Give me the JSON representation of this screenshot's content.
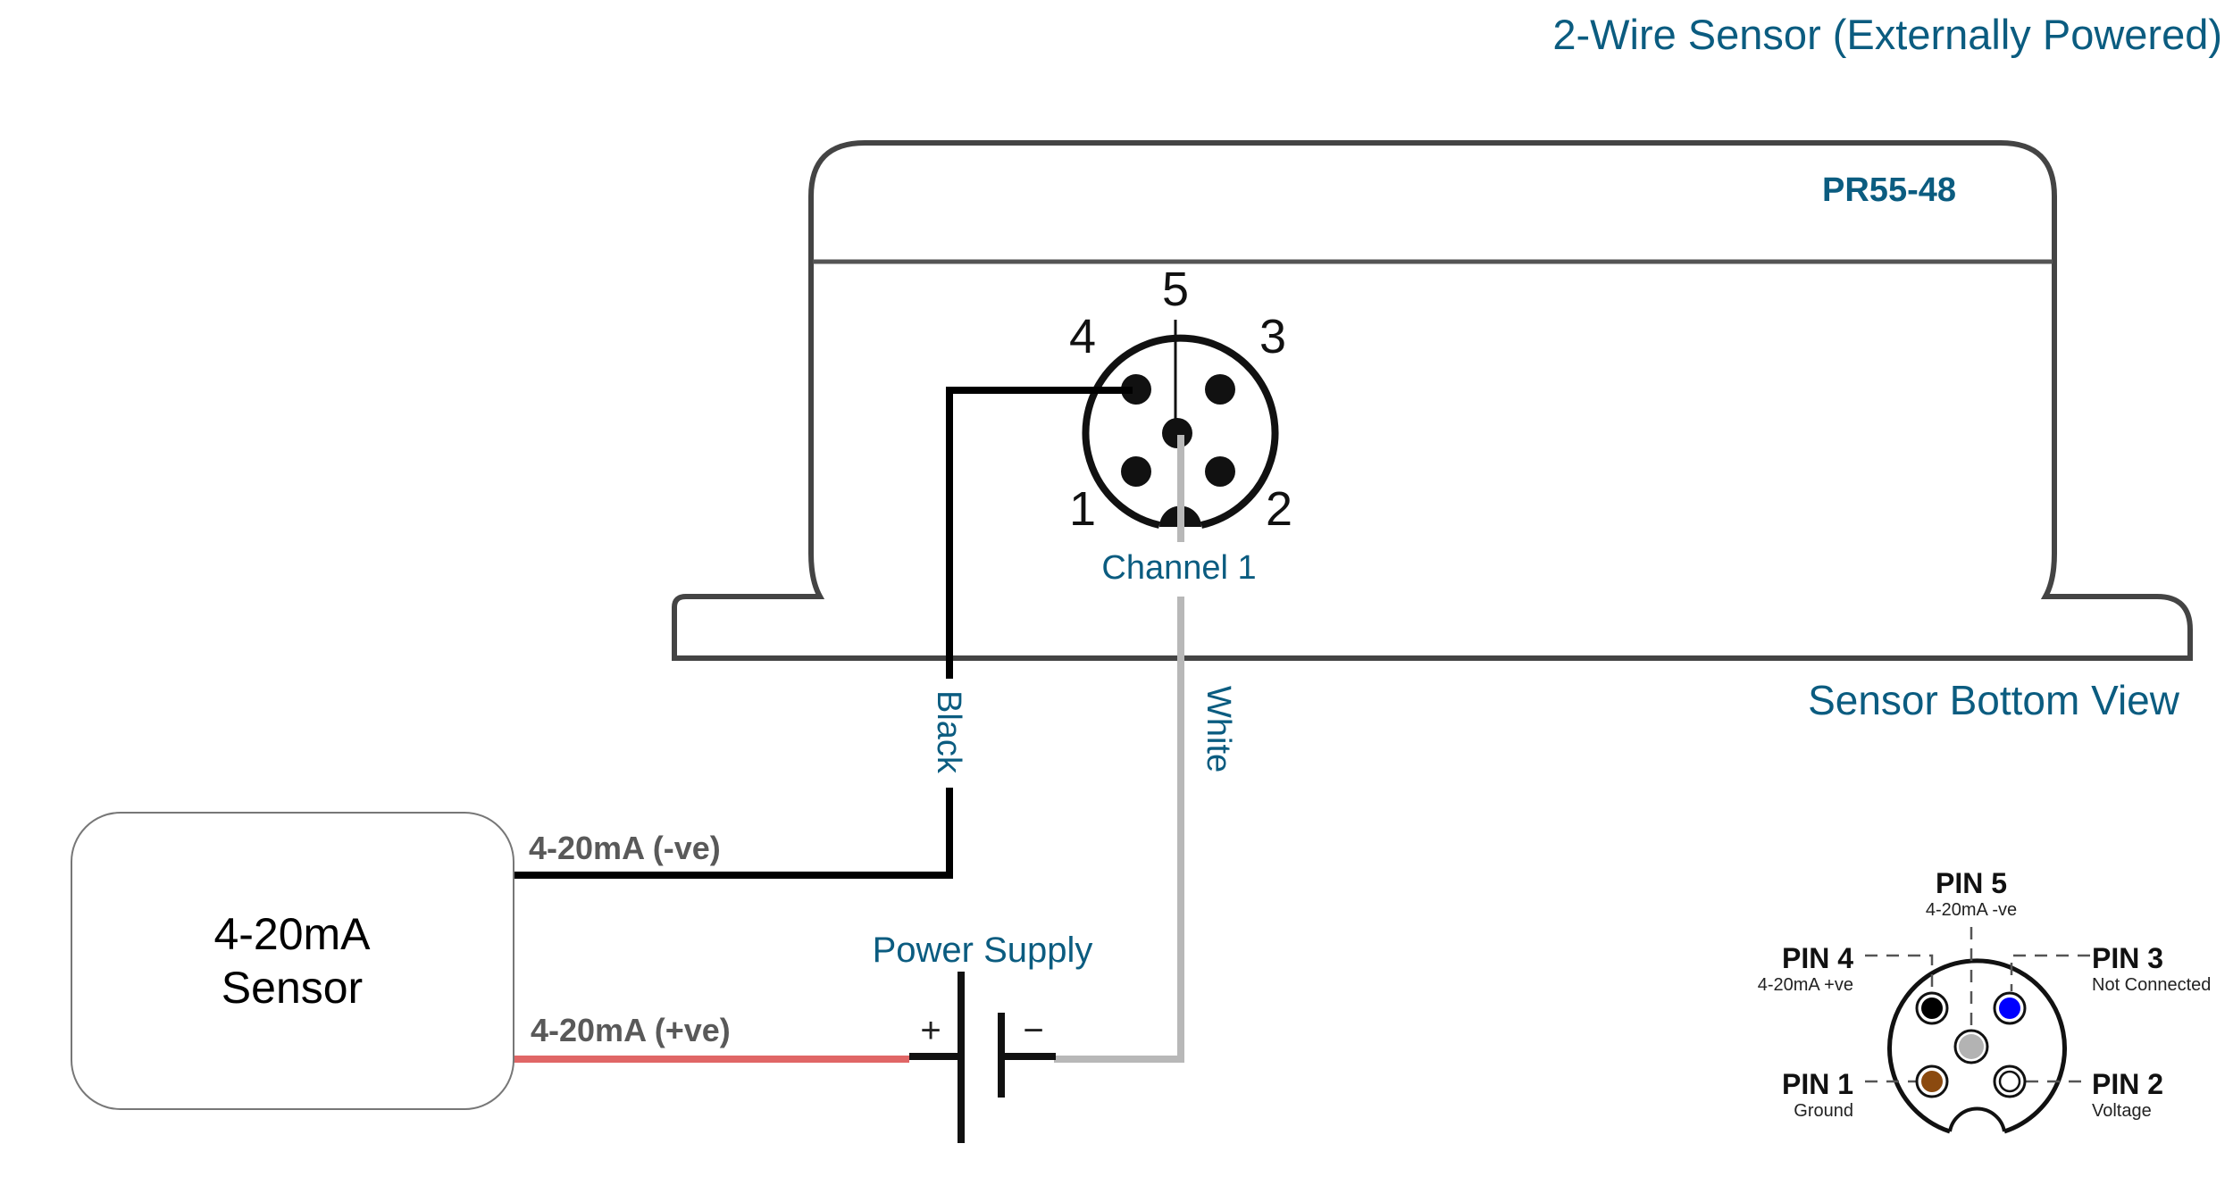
{
  "title": "2-Wire Sensor (Externally Powered)",
  "device": {
    "model": "PR55-48",
    "view_label": "Sensor Bottom View",
    "connector": {
      "channel_label": "Channel 1",
      "pin_numbers": [
        "5",
        "4",
        "3",
        "1",
        "2"
      ]
    }
  },
  "wires": {
    "black_label": "Black",
    "white_label": "White",
    "colors": {
      "black": "#000000",
      "white": "#b8b8b8",
      "red": "#e06666"
    }
  },
  "sensor": {
    "line1": "4-20mA",
    "line2": "Sensor",
    "lead_negative": "4-20mA (-ve)",
    "lead_positive": "4-20mA (+ve)"
  },
  "power_supply": {
    "label": "Power Supply",
    "plus": "+",
    "minus": "−"
  },
  "pin_legend": {
    "pins": [
      {
        "name": "PIN 5",
        "desc": "4-20mA -ve",
        "color": "#b3b3b3"
      },
      {
        "name": "PIN 4",
        "desc": "4-20mA +ve",
        "color": "#000000"
      },
      {
        "name": "PIN 3",
        "desc": "Not Connected",
        "color": "#0000ff"
      },
      {
        "name": "PIN 1",
        "desc": "Ground",
        "color": "#8b4a0f"
      },
      {
        "name": "PIN 2",
        "desc": "Voltage",
        "color": "#ffffff"
      }
    ]
  },
  "colors": {
    "accent": "#0b5c80",
    "outline": "#444444"
  }
}
